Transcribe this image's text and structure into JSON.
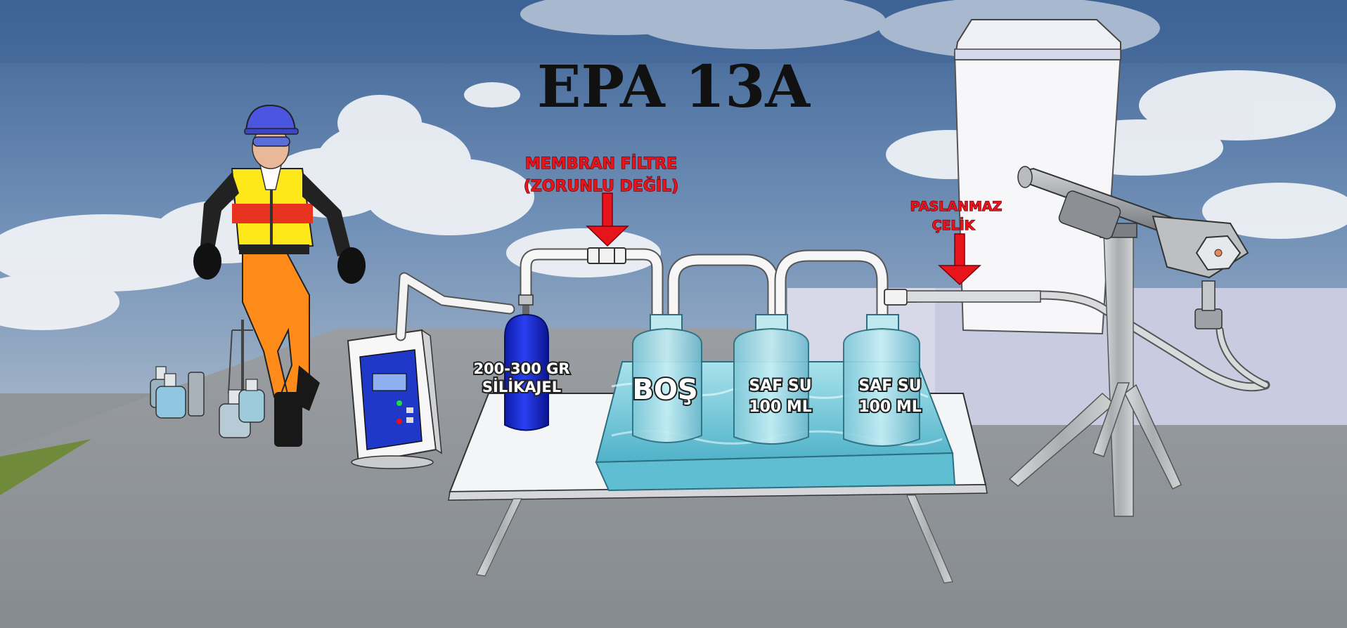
{
  "title": "EPA 13A",
  "labels": {
    "membrane_line1": "MEMBRAN FİLTRE",
    "membrane_line2": "(ZORUNLU DEĞİL)",
    "steel_line1": "PASLANMAZ",
    "steel_line2": "ÇELİK",
    "silica_line1": "200-300 GR",
    "silica_line2": "SİLİKAJEL",
    "bottle1": "BOŞ",
    "bottle2_line1": "SAF SU",
    "bottle2_line2": "100 ML",
    "bottle3_line1": "SAF SU",
    "bottle3_line2": "100 ML"
  },
  "colors": {
    "annotation_red": "#e8141c",
    "silica_blue": "#1428d8",
    "sky": "#4f73a3",
    "ground": "#8f9498"
  },
  "icons": [
    "worker-figure",
    "pump-unit",
    "silica-gel-cylinder",
    "impinger-bottle",
    "ice-bath-tray",
    "stack-chimney",
    "probe-sampling",
    "tripod-stand",
    "lab-bottles"
  ]
}
